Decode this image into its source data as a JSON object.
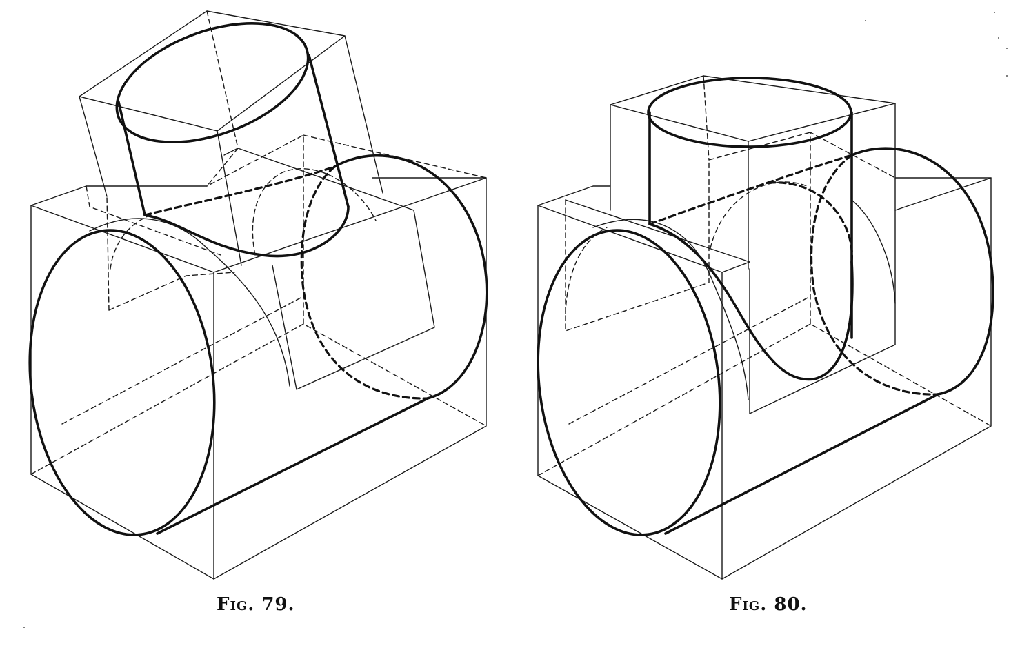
{
  "figures": [
    {
      "id": "fig-79",
      "caption_prefix": "Fig.",
      "caption_number": "79."
    },
    {
      "id": "fig-80",
      "caption_prefix": "Fig.",
      "caption_number": "80."
    }
  ],
  "colors": {
    "ink": "#111111",
    "paper": "#ffffff"
  }
}
